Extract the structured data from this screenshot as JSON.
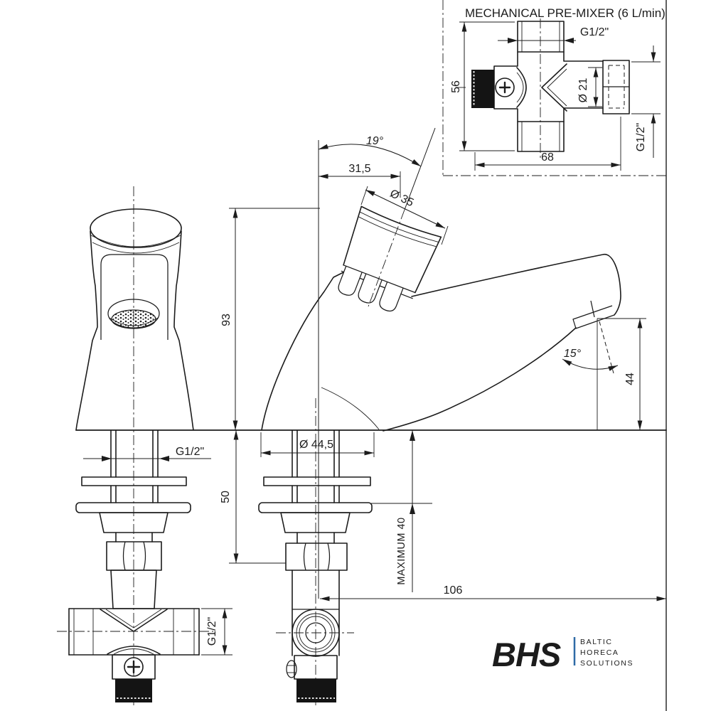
{
  "inset": {
    "title": "MECHANICAL PRE-MIXER (6 L/min)",
    "dim_height": "56",
    "dim_width": "68",
    "dim_thread_top": "G1/2\"",
    "dim_diameter": "Ø 21",
    "dim_thread_side": "G1/2\""
  },
  "front_view": {
    "dim_thread_shank": "G1/2\"",
    "dim_thread_inlet": "G1/2\""
  },
  "side_view": {
    "dim_tilt_angle": "19°",
    "dim_knob_offset": "31,5",
    "dim_knob_diameter": "Ø 35",
    "dim_height_above_deck": "93",
    "dim_shank_length": "50",
    "dim_base_diameter": "Ø 44,5",
    "dim_max_deck": "MAXIMUM 40",
    "dim_spout_angle": "15°",
    "dim_spout_height": "44",
    "dim_reach": "106"
  },
  "logo": {
    "name": "BHS",
    "line1": "BALTIC",
    "line2": "HORECA",
    "line3": "SOLUTIONS",
    "color": "#2e6ba6"
  }
}
